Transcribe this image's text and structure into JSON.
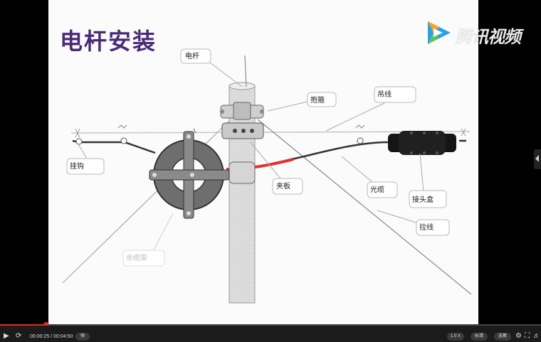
{
  "slide": {
    "title": "电杆安装",
    "labels": {
      "pole": "电杆",
      "hoop": "抱箍",
      "messenger": "吊线",
      "hook": "挂钩",
      "clamp": "夹板",
      "cable": "光缆",
      "splice_box": "接头盒",
      "guy": "拉线",
      "reel_rack": "余缆架"
    }
  },
  "watermark": {
    "text": "腾讯视频",
    "icon": "tencent-video-logo-icon",
    "colors": [
      "#2f9ee8",
      "#f1a32a",
      "#5cc65c"
    ]
  },
  "player": {
    "current_time": "00:00:25",
    "total_time": "00:04:50",
    "time_separator": " / ",
    "progress": 0.086,
    "danmaku_label": "弹",
    "speed_label": "1.0 X",
    "quality_label": "标清",
    "select_label": "选集",
    "accent_color": "#e0301e",
    "icons": [
      "play-icon",
      "loop-icon",
      "settings-icon",
      "fullscreen-icon",
      "volume-icon",
      "collapse-icon"
    ]
  }
}
